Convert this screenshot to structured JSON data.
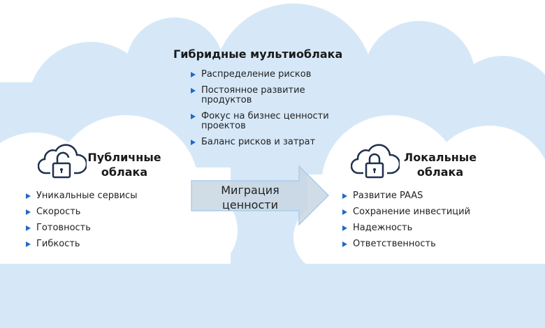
{
  "hybrid": {
    "title": "Гибридные мультиоблака",
    "items": [
      "Распределение рисков",
      "Постоянное развитие продуктов",
      "Фокус на бизнес ценности проектов",
      "Баланс рисков и затрат"
    ]
  },
  "public": {
    "title_line1": "Публичные",
    "title_line2": "облака",
    "icon": "cloud-unlocked-icon",
    "items": [
      "Уникальные сервисы",
      "Скорость",
      "Готовность",
      "Гибкость"
    ]
  },
  "local": {
    "title_line1": "Локальные",
    "title_line2": "облака",
    "icon": "cloud-locked-icon",
    "items": [
      "Развитие PAAS",
      "Сохранение инвестиций",
      "Надежность",
      "Ответственность"
    ]
  },
  "arrow": {
    "line1": "Миграция",
    "line2": "ценности"
  },
  "colors": {
    "cloud_blue": "#d6e8f8",
    "bullet": "#2468c8",
    "icon": "#1f2f4f"
  }
}
